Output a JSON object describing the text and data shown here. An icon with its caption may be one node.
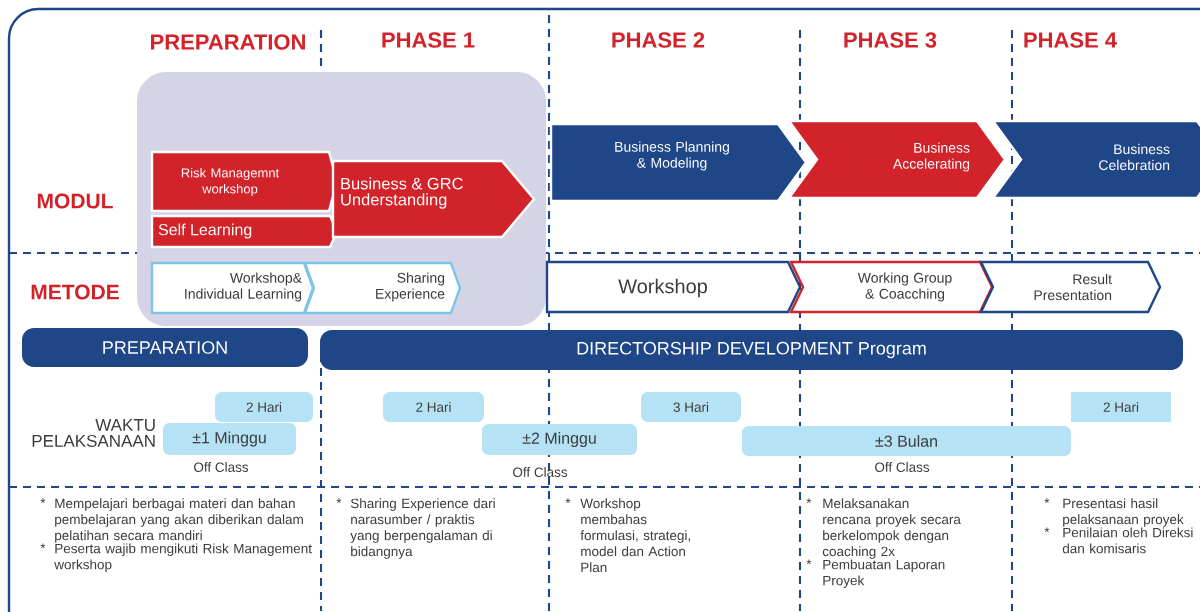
{
  "diagram": {
    "nodes": [
      {
        "text": [],
        "shape": "box"
      },
      {
        "text": [
          "Risk Managemnt workshop"
        ],
        "in": 0
      },
      {
        "text": [
          "Self Learning"
        ],
        "in": 0
      },
      {
        "text": [
          "Business & GRC Understanding"
        ],
        "in": 0
      },
      {
        "text": [
          "Business Planning & Modeling"
        ]
      },
      {
        "text": [
          "Business Accelerating"
        ]
      },
      {
        "text": [
          "Business Celebration"
        ]
      },
      {
        "text": [
          "Workshop& Individual Learning"
        ],
        "in": 0
      },
      {
        "text": [
          "Sharing Experience"
        ],
        "in": 0
      },
      {
        "text": [
          "Workshop"
        ]
      },
      {
        "text": [
          "Working Group & Coacching"
        ]
      },
      {
        "text": [
          "Result Presentation"
        ]
      },
      {
        "text": [
          "PREPARATION"
        ]
      },
      {
        "text": [
          "DIRECTORSHIP DEVELOPMENT Program"
        ]
      },
      {
        "text": [
          "2 Hari"
        ]
      },
      {
        "text": [
          "±1 Minggu"
        ],
        "beside": [
          "Off Class"
        ]
      },
      {
        "text": [
          "2 Hari"
        ]
      },
      {
        "text": [
          "3 Hari"
        ]
      },
      {
        "text": [
          "±2 Minggu"
        ],
        "beside": [
          "Off Class"
        ]
      },
      {
        "text": [
          "±3 Bulan"
        ],
        "beside": [
          "Off Class"
        ]
      },
      {
        "text": [
          "2 Hari"
        ]
      }
    ],
    "labels": [
      "PREPARATION",
      "PHASE 1",
      "PHASE 2",
      "PHASE 3",
      "PHASE 4",
      "MODUL",
      "METODE",
      "WAKTU PELAKSANAAN",
      "*",
      "Mempelajari berbagai materi dan bahan pembelajaran yang akan diberikan dalam pelatihan secara mandiri",
      "*",
      "Peserta wajib mengikuti Risk Management workshop",
      "*",
      "Sharing Experience dari narasumber / praktis yang berpengalaman di bidangnya",
      "*",
      "Workshop membahas formulasi, strategi, model dan Action Plan",
      "*",
      "Melaksanakan rencana proyek secara berkelompok dengan coaching 2x",
      "*",
      "Pembuatan Laporan Proyek",
      "*",
      "Presentasi hasil pelaksanaan proyek",
      "*",
      "Penilaian oleh Direksi dan komisaris"
    ]
  }
}
